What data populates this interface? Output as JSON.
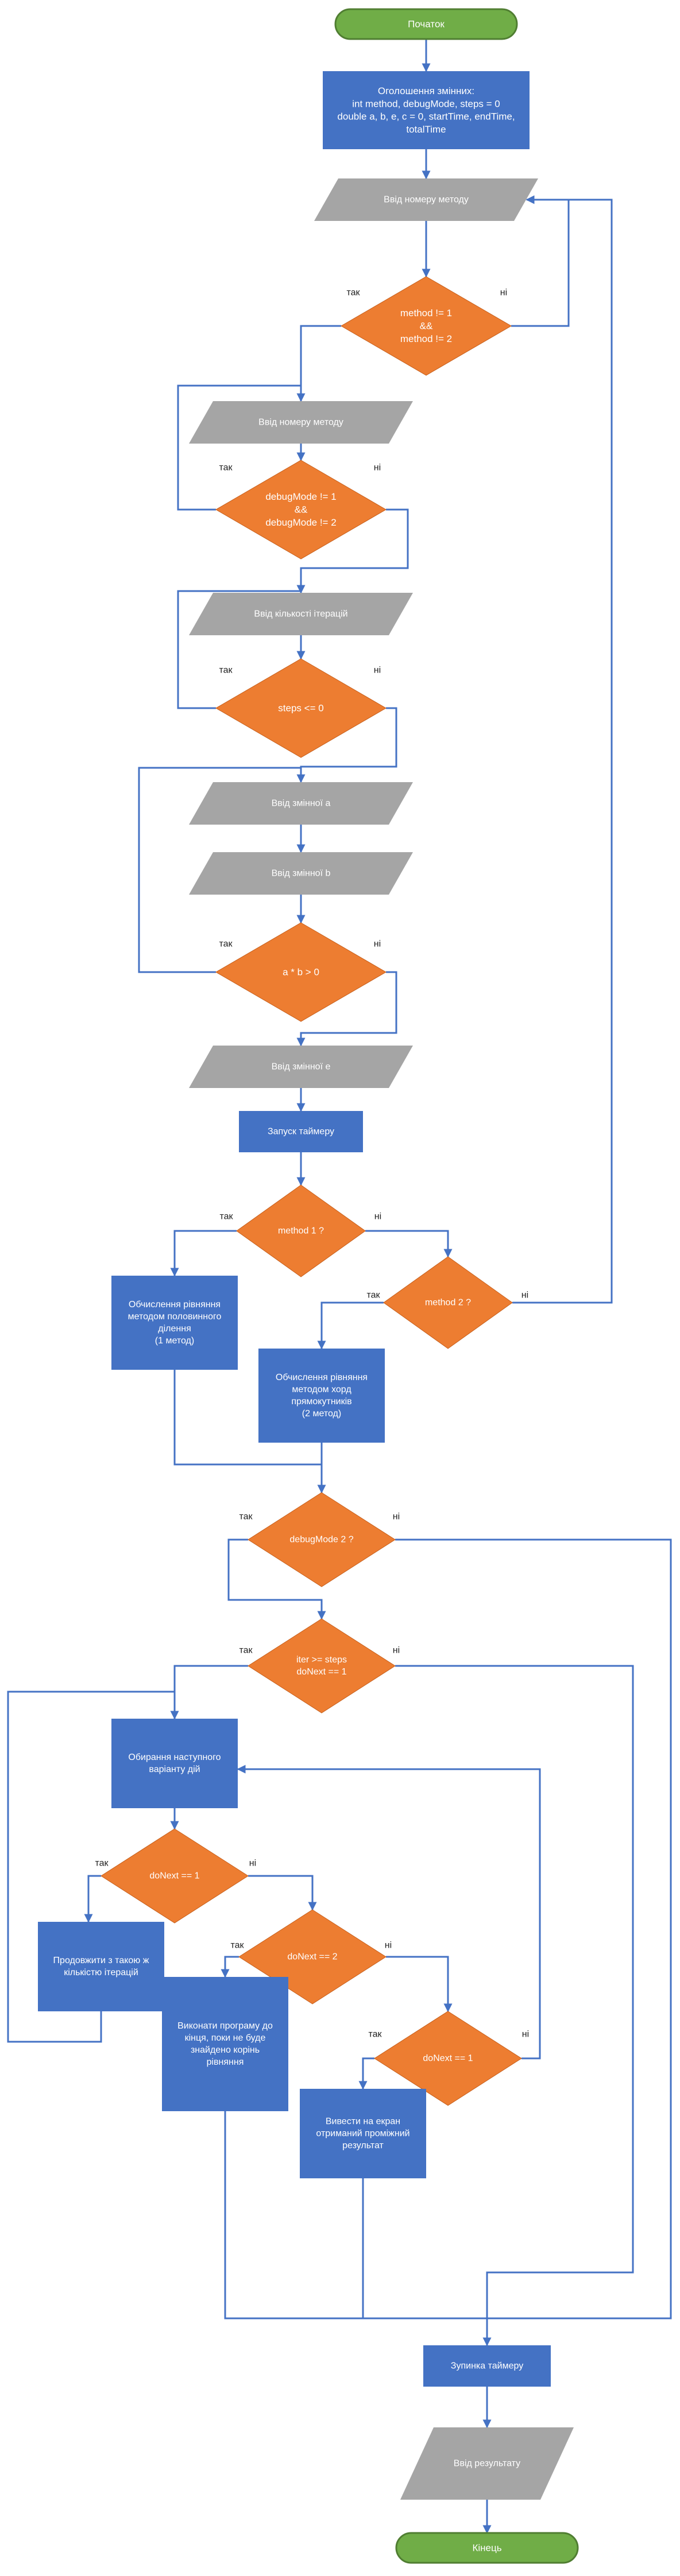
{
  "colors": {
    "terminal": "#70ad47",
    "terminal_border": "#507e32",
    "process": "#4472c4",
    "decision": "#ed7d31",
    "io": "#a5a5a5",
    "connector": "#4472c4",
    "node_text": "#ffffff",
    "label_text": "#222222"
  },
  "nodes": {
    "start": "Початок",
    "declare": [
      "Оголошення змінних:",
      "int method, debugMode, steps = 0",
      "double a, b, e, c = 0, startTime, endTime,",
      "totalTime"
    ],
    "input_method_1": "Ввід номеру методу",
    "cond_method": [
      "method != 1",
      "&&",
      "method != 2"
    ],
    "input_method_2": "Ввід номеру методу",
    "cond_debug": [
      "debugMode != 1",
      "&&",
      "debugMode != 2"
    ],
    "input_steps": "Ввід кількості ітерацій",
    "cond_steps": "steps <= 0",
    "input_a": "Ввід змінної a",
    "input_b": "Ввід змінної b",
    "cond_ab": "a * b > 0",
    "input_e": "Ввід змінної e",
    "timer_start": "Запуск таймеру",
    "cond_method1": "method 1 ?",
    "cond_method2": "method 2 ?",
    "proc_bisection": [
      "Обчислення рівняння",
      "методом половинного",
      "ділення",
      "(1 метод)"
    ],
    "proc_chord": [
      "Обчислення рівняння",
      "методом хорд",
      "прямокутників",
      "(2 метод)"
    ],
    "cond_debug2": "debugMode 2 ?",
    "cond_iter": [
      "iter >= steps",
      "doNext == 1"
    ],
    "proc_choose": [
      "Обирання наступного",
      "варіанту дій"
    ],
    "cond_next1": "doNext == 1",
    "proc_continue": [
      "Продовжити з такою ж",
      "кількістю ітерацій"
    ],
    "cond_next2": "doNext == 2",
    "proc_run_to_end": [
      "Виконати програму до",
      "кінця, поки не буде",
      "знайдено корінь",
      "рівняння"
    ],
    "cond_next3": "doNext == 1",
    "proc_show_intermediate": [
      "Вивести на екран",
      "отриманий проміжний",
      "результат"
    ],
    "timer_stop": "Зупинка таймеру",
    "output_result": "Ввід результату",
    "end": "Кінець"
  },
  "branch_labels": {
    "yes": "так",
    "no": "ні"
  }
}
